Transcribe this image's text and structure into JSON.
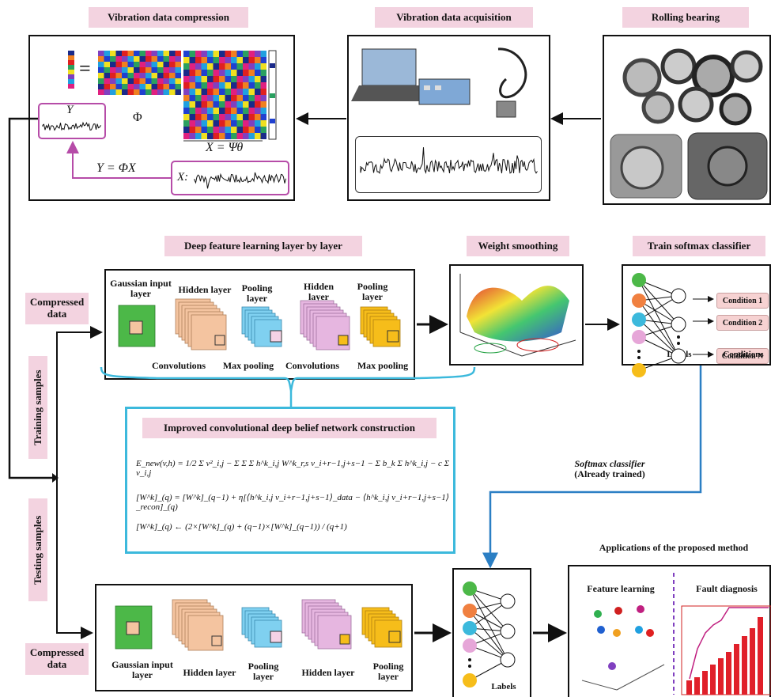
{
  "titles": {
    "compression": "Vibration data compression",
    "acquisition": "Vibration data acquisition",
    "bearing": "Rolling bearing",
    "deep_learning": "Deep feature learning layer by layer",
    "weight_smoothing": "Weight smoothing",
    "train_softmax": "Train softmax classifier",
    "cdbn_construction": "Improved convolutional deep belief network construction",
    "applications": "Applications of the proposed method"
  },
  "compression": {
    "y_label": "Y",
    "phi_label": "Φ",
    "x_eq": "X = Ψθ",
    "y_eq": "Y = ΦX",
    "x_label": "X:"
  },
  "side_labels": {
    "compressed_top": "Compressed data",
    "compressed_bottom": "Compressed data",
    "training": "Training samples",
    "testing": "Testing samples"
  },
  "cdbn_top": {
    "gaussian": "Gaussian input layer",
    "hidden1": "Hidden layer",
    "pooling1": "Pooling layer",
    "hidden2": "Hidden layer",
    "pooling2": "Pooling layer",
    "conv1": "Convolutions",
    "maxpool1": "Max pooling",
    "conv2": "Convolutions",
    "maxpool2": "Max pooling"
  },
  "cdbn_bottom": {
    "gaussian": "Gaussian input layer",
    "hidden1": "Hidden layer",
    "pooling1": "Pooling layer",
    "hidden2": "Hidden layer",
    "pooling2": "Pooling layer"
  },
  "classifier": {
    "labels": "Labels",
    "conditions": "Conditions",
    "cond1": "Condition 1",
    "cond2": "Condition 2",
    "condN": "Condition N"
  },
  "softmax_note": {
    "line1": "Softmax classifier",
    "line2": "(Already trained)"
  },
  "test_labels": "Labels",
  "applications": {
    "feature_learning": "Feature learning",
    "fault_diagnosis": "Fault diagnosis"
  },
  "equations": {
    "e1": "E_new(v,h) = 1/2 Σ v²_i,j − Σ Σ Σ h^k_i,j W^k_r,s v_i+r−1,j+s−1 − Σ b_k Σ h^k_i,j − c Σ v_i,j",
    "e2": "[W^k]_(q) = [W^k]_(q−1) + η[⟨h^k_i,j v_i+r−1,j+s−1⟩_data − ⟨h^k_i,j v_i+r−1,j+s−1⟩_recon]_(q)",
    "e3": "[W^k]_(q) ← (2×[W^k]_(q) + (q−1)×[W^k]_(q−1)) / (q+1)"
  },
  "colors": {
    "tag_bg": "#f3d3e0",
    "bracket_cyan": "#3cb9dc",
    "arrow_blue": "#2b7fc4",
    "magenta": "#b64ca8",
    "green": "#4cb848",
    "peach": "#f4c4a0",
    "sky": "#7fd0f0",
    "lilac": "#e6b6e0",
    "gold": "#f6bd1a",
    "bar_red": "#e0202a"
  },
  "icons": [
    "laptop-icon",
    "daq-box-icon",
    "sensor-icon",
    "bearing-photo",
    "engine-photo",
    "surface-plot",
    "neural-net-icon",
    "scatter-plot",
    "bar-chart"
  ]
}
